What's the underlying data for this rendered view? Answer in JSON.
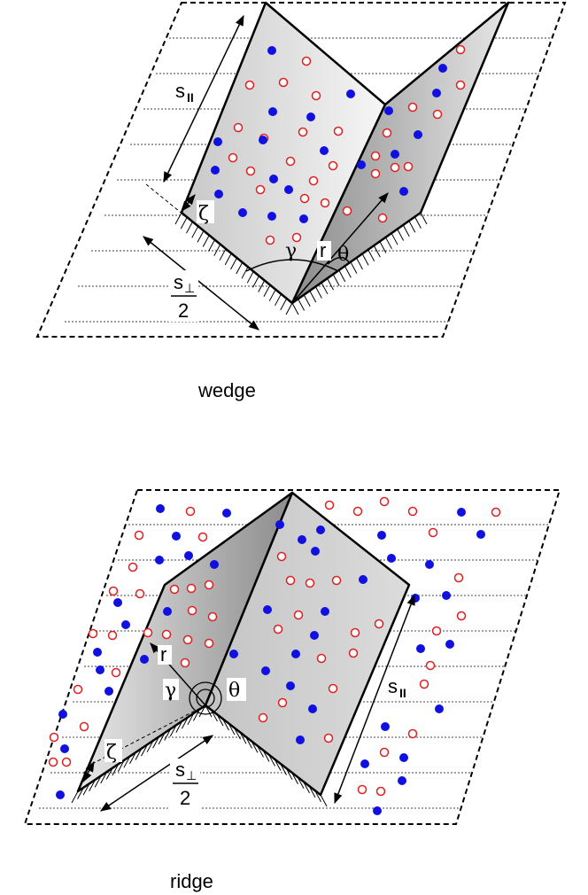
{
  "wedge": {
    "caption": "wedge",
    "labels": {
      "s_parallel": "s",
      "s_parallel_sub": "II",
      "zeta": "ζ",
      "s_perp_num": "s",
      "s_perp_sub": "⊥",
      "s_perp_den": "2",
      "gamma": "γ",
      "r": "r",
      "theta": "θ"
    }
  },
  "ridge": {
    "caption": "ridge",
    "labels": {
      "s_parallel": "s",
      "s_parallel_sub": "II",
      "zeta": "ζ",
      "s_perp_num": "s",
      "s_perp_sub": "⊥",
      "s_perp_den": "2",
      "gamma": "γ",
      "r": "r",
      "theta": "θ"
    }
  },
  "colors": {
    "filled_particle": "#1010e0",
    "open_particle": "#e02020",
    "surface_light": "#f2f2f2",
    "surface_dark": "#a0a0a0",
    "outline": "#000000"
  }
}
